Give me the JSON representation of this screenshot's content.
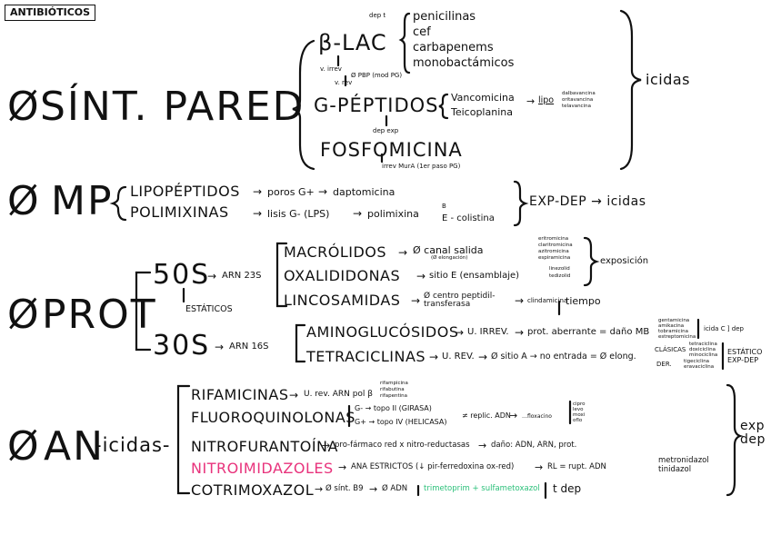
{
  "title": "ANTIBIÓTICOS",
  "null_symbol": "Ø",
  "arrow": "→",
  "pared": {
    "head": "SÍNT. PARED",
    "blac": "β-LAC",
    "blac_dep": "dep t",
    "blac_items": [
      "penicilinas",
      "cef",
      "carbapenems",
      "monobactámicos"
    ],
    "blac_note1": "v. irrev",
    "blac_note2": "Ø PBP (mod PG)",
    "gpep_note": "v. rev",
    "gpep": "G-PÉPTIDOS",
    "gpep_items": [
      "Vancomicina",
      "Teicoplanina"
    ],
    "lipo": "lipo",
    "lipo_items": [
      "dalbavancina",
      "oritavancina",
      "telavancina"
    ],
    "fosfo_dep": "dep exp",
    "fosfo": "FOSFOMICINA",
    "fosfo_note": "irrev MurA (1er paso PG)",
    "effect": "icidas"
  },
  "mp": {
    "head": "MP",
    "row1": {
      "name": "LIPOPÉPTIDOS",
      "mech": "poros G+",
      "drug": "daptomicina"
    },
    "row2": {
      "name": "POLIMIXINAS",
      "mech": "lisis G- (LPS)",
      "drug": "polimixina",
      "b": "B",
      "e": "E - colistina"
    },
    "effect": "EXP-DEP → icidas"
  },
  "prot": {
    "head": "PROT",
    "s50": "50S",
    "s50_target": "ARN 23S",
    "statics": "ESTÁTICOS",
    "macro": {
      "name": "MACRÓLIDOS",
      "mech": "Ø canal salida",
      "note": "(Ø elongación)",
      "drugs": [
        "eritromicina",
        "claritromicina",
        "azitromicina",
        "espiramicina"
      ]
    },
    "oxa": {
      "name": "OXALIDIDONAS",
      "mech": "sitio E (ensamblaje)",
      "drugs": [
        "linezolid",
        "tedizolid"
      ]
    },
    "linco": {
      "name": "LINCOSAMIDAS",
      "mech": "Ø centro peptidil-transferasa",
      "drug": "clindamicina",
      "effect": "tiempo"
    },
    "exposure": "exposición",
    "s30": "30S",
    "s30_target": "ARN 16S",
    "amino": {
      "name": "AMINOGLUCÓSIDOS",
      "mech": "U. IRREV.",
      "result": "prot. aberrante = daño MB",
      "drugs": [
        "gentamicina",
        "amikacina",
        "tobramicina",
        "estreptomicina"
      ],
      "effect": "icida C ] dep"
    },
    "tetra": {
      "name": "TETRACICLINAS",
      "mech": "U. REV.",
      "result": "Ø sitio A → no entrada = Ø elong.",
      "clasicas": "CLÁSICAS",
      "clasicas_drugs": [
        "tetraciclina",
        "doxiciclina",
        "minociclina"
      ],
      "der": "DER.",
      "der_drugs": [
        "tigeciclina",
        "eravaciclina"
      ],
      "effect": "ESTÁTICO EXP-DEP"
    }
  },
  "an": {
    "head": "AN",
    "sub": "-icidas-",
    "rifa": {
      "name": "RIFAMICINAS",
      "mech": "U. rev. ARN pol β",
      "drugs": [
        "rifampicina",
        "rifabutina",
        "rifapentina"
      ]
    },
    "fluoro": {
      "name": "FLUOROQUINOLONAS",
      "g_minus": "G- → topo II (GIRASA)",
      "g_plus": "G+ → topo IV (HELICASA)",
      "result": "≠ replic. ADN",
      "floxacino": "…floxacino",
      "drugs": [
        "cipro",
        "levo",
        "moxi",
        "oflo"
      ]
    },
    "nitrof": {
      "name": "NITROFURANTOÍNA",
      "mech": "pro-fármaco red x nitro-reductasas",
      "result": "daño: ADN, ARN, prot."
    },
    "nitroim": {
      "name": "NITROIMIDAZOLES",
      "mech": "ANA ESTRICTOS (↓ pir-ferredoxina ox-red)",
      "result": "RL = rupt. ADN",
      "drugs": [
        "metronidazol",
        "tinidazol"
      ]
    },
    "cotri": {
      "name": "COTRIMOXAZOL",
      "mech": "Ø sínt. B9",
      "result": "Ø ADN",
      "combo": "trimetoprim + sulfametoxazol",
      "effect": "t dep"
    },
    "effect": "exp dep"
  }
}
